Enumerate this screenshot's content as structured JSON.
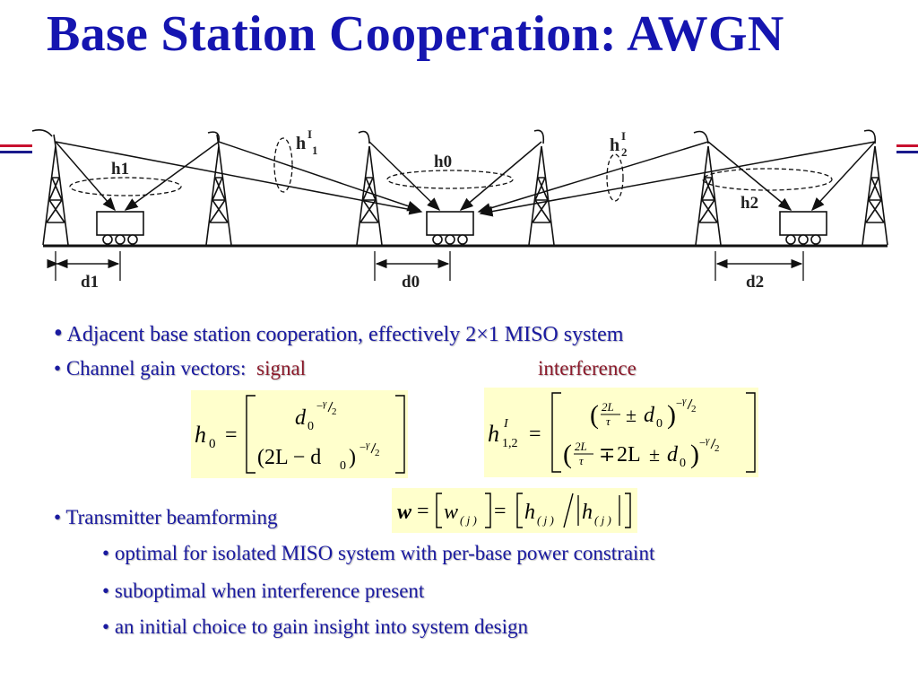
{
  "slide": {
    "title": "Base Station Cooperation: AWGN",
    "colors": {
      "title": "#1515b0",
      "text": "#1a1aa0",
      "accent": "#8b1a2b",
      "equation_bg": "#ffffcc",
      "stripe_red": "#c8102e",
      "stripe_blue": "#1a1a8c"
    }
  },
  "figure": {
    "labels": {
      "h1": "h1",
      "h0": "h0",
      "h2": "h2",
      "h_int": "h",
      "sup_I": "I",
      "sub_1": "1",
      "sub_2": "2",
      "d1": "d1",
      "d0": "d0",
      "d2": "d2"
    }
  },
  "bullets": {
    "b1": "Adjacent base station cooperation, effectively 2×1 MISO system",
    "b2_prefix": "Channel gain vectors:",
    "b2_signal": "signal",
    "b2_interference": "interference",
    "b3": "Transmitter beamforming",
    "sub1": "optimal for isolated MISO system with per-base power constraint",
    "sub2": "suboptimal when interference present",
    "sub3": "an initial choice to gain insight into system design"
  },
  "equations": {
    "signal": {
      "lhs": "h",
      "lhs_sub": "0",
      "row1_base": "d",
      "row1_sub": "0",
      "row2_base": "(2L − d",
      "row2_sub": "0",
      "row2_close": ")",
      "exponent_minus": "−",
      "gamma": "γ",
      "two": "2",
      "eq": "="
    },
    "interference": {
      "lhs": "h",
      "lhs_sup": "I",
      "lhs_sub": "1,2",
      "two_L": "2L",
      "tau": "τ",
      "pm": "±",
      "mp": "∓",
      "d": "d",
      "d_sub": "0",
      "twoL_plain": "2L",
      "gamma": "γ",
      "two": "2",
      "minus": "−",
      "eq": "="
    },
    "beamforming": {
      "w": "w",
      "eq": "=",
      "w_elem": "w",
      "h": "h",
      "j": "( j )",
      "slash": "/"
    }
  }
}
